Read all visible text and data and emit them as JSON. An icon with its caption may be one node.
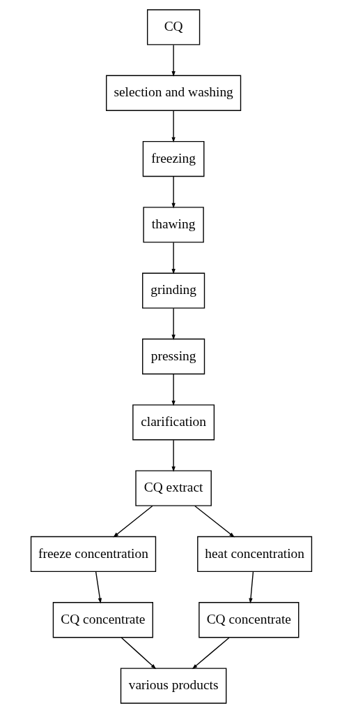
{
  "diagram": {
    "nodes": [
      {
        "text": [
          "CQ"
        ]
      },
      {
        "text": [
          "selection and washing"
        ]
      },
      {
        "text": [
          "freezing"
        ]
      },
      {
        "text": [
          "thawing"
        ]
      },
      {
        "text": [
          "grinding"
        ]
      },
      {
        "text": [
          "pressing"
        ]
      },
      {
        "text": [
          "clarification"
        ]
      },
      {
        "text": [
          "CQ extract"
        ]
      },
      {
        "text": [
          "freeze concentration"
        ]
      },
      {
        "text": [
          "heat concentration"
        ]
      },
      {
        "text": [
          "CQ concentrate"
        ]
      },
      {
        "text": [
          "CQ concentrate"
        ]
      },
      {
        "text": [
          "various products"
        ]
      }
    ],
    "edges": [
      {
        "from": 0,
        "to": 1,
        "arrow": "to"
      },
      {
        "from": 1,
        "to": 2,
        "arrow": "to"
      },
      {
        "from": 2,
        "to": 3,
        "arrow": "to"
      },
      {
        "from": 3,
        "to": 4,
        "arrow": "to"
      },
      {
        "from": 4,
        "to": 5,
        "arrow": "to"
      },
      {
        "from": 5,
        "to": 6,
        "arrow": "to"
      },
      {
        "from": 6,
        "to": 7,
        "arrow": "to"
      },
      {
        "from": 7,
        "to": 8,
        "arrow": "to"
      },
      {
        "from": 7,
        "to": 9,
        "arrow": "to"
      },
      {
        "from": 8,
        "to": 10,
        "arrow": "to"
      },
      {
        "from": 9,
        "to": 11,
        "arrow": "to"
      },
      {
        "from": 10,
        "to": 12,
        "arrow": "to"
      },
      {
        "from": 11,
        "to": 12,
        "arrow": "to"
      }
    ]
  }
}
